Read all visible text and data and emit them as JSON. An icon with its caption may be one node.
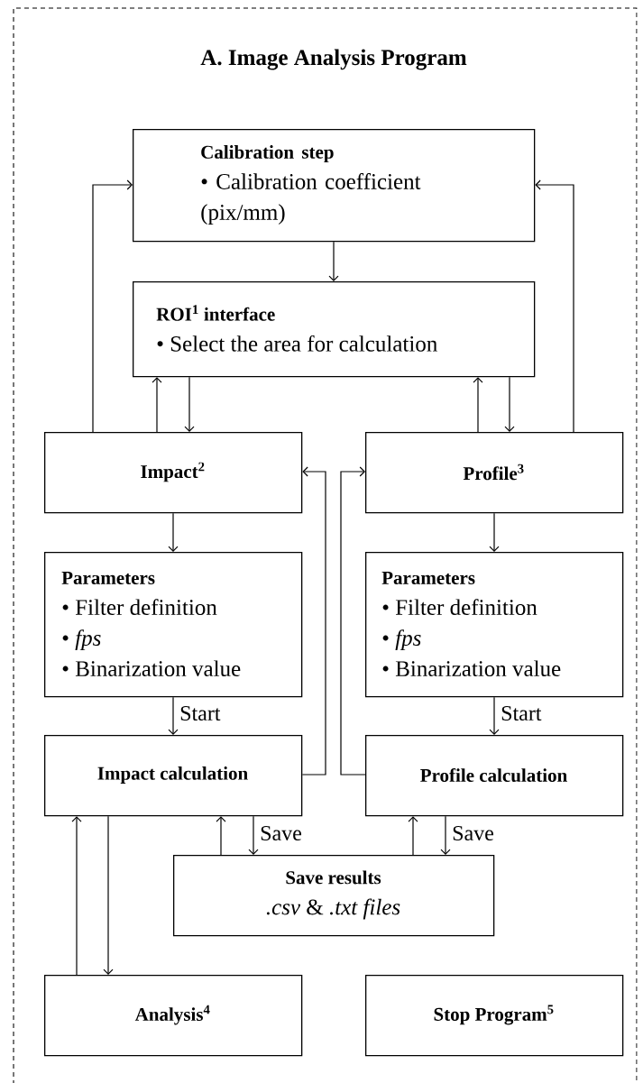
{
  "diagram": {
    "title": "A. Image Analysis Program",
    "nodes": [
      {
        "text": [
          "Calibration step",
          "• Calibration coefficient (pix/mm)"
        ]
      },
      {
        "text": [
          "ROI$^{1}$ interface",
          "• Select the area for calculation"
        ]
      },
      {
        "text": [
          "Impact$^{2}$"
        ]
      },
      {
        "text": [
          "Profile$^{3}$"
        ]
      },
      {
        "text": [
          "Parameters",
          "• Filter definition",
          "• *fps*",
          "• Binarization value"
        ]
      },
      {
        "text": [
          "Parameters",
          "• Filter definition",
          "• *fps*",
          "• Binarization value"
        ]
      },
      {
        "text": [
          "Impact calculation"
        ]
      },
      {
        "text": [
          "Profile calculation"
        ]
      },
      {
        "text": [
          "Save results",
          "*.csv* & *.txt files*"
        ]
      },
      {
        "text": [
          "Analysis$^{4}$"
        ]
      },
      {
        "text": [
          "Stop Program$^{5}$"
        ]
      }
    ],
    "edges": [
      {
        "from": 0,
        "to": 1,
        "arrow": "to"
      },
      {
        "from": 2,
        "to": 0,
        "arrow": "to"
      },
      {
        "from": 3,
        "to": 0,
        "arrow": "to"
      },
      {
        "from": 2,
        "to": 1,
        "arrow": "to"
      },
      {
        "from": 1,
        "to": 2,
        "arrow": "to"
      },
      {
        "from": 3,
        "to": 1,
        "arrow": "to"
      },
      {
        "from": 1,
        "to": 3,
        "arrow": "to"
      },
      {
        "from": 2,
        "to": 4,
        "arrow": "to"
      },
      {
        "from": 4,
        "to": 6,
        "arrow": "to",
        "label": "Start"
      },
      {
        "from": 6,
        "to": 2,
        "arrow": "to"
      },
      {
        "from": 7,
        "to": 3,
        "arrow": "to"
      },
      {
        "from": 3,
        "to": 5,
        "arrow": "to"
      },
      {
        "from": 5,
        "to": 7,
        "arrow": "to",
        "label": "Start"
      },
      {
        "from": 8,
        "to": 6,
        "arrow": "to"
      },
      {
        "from": 6,
        "to": 8,
        "arrow": "to",
        "label": "Save"
      },
      {
        "from": 8,
        "to": 7,
        "arrow": "to"
      },
      {
        "from": 7,
        "to": 8,
        "arrow": "to",
        "label": "Save"
      },
      {
        "from": 9,
        "to": 6,
        "arrow": "to"
      },
      {
        "from": 6,
        "to": 9,
        "arrow": "to"
      }
    ]
  }
}
